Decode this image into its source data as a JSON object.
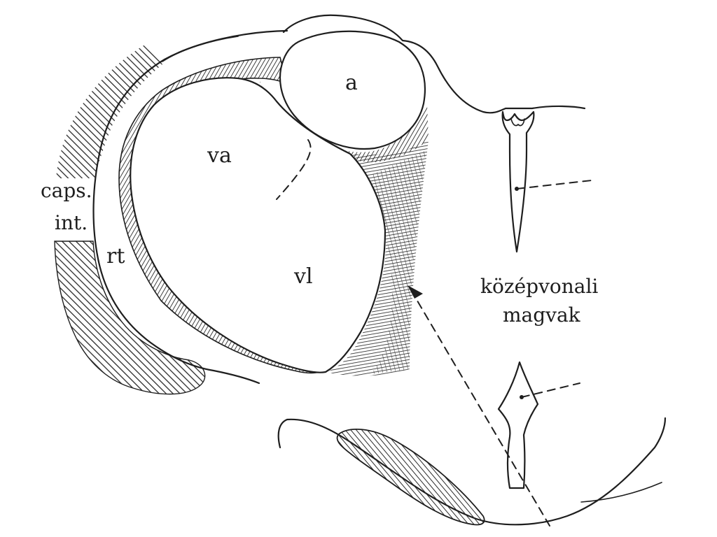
{
  "labels": {
    "a": "a",
    "va": "va",
    "vl": "vl",
    "rt": "rt",
    "caps_line1": "caps.",
    "caps_line2": "int.",
    "midline_line1": "középvonali",
    "midline_line2": "magvak"
  }
}
